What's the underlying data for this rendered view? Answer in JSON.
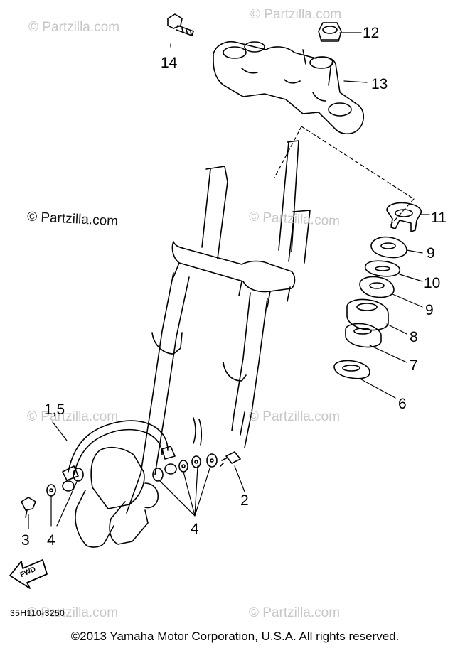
{
  "watermarks": {
    "dark": "© Partzilla.com",
    "light": "© Partzilla.com"
  },
  "callouts": {
    "c1_5": "1,5",
    "c2": "2",
    "c3": "3",
    "c4_left": "4",
    "c4_right": "4",
    "c6": "6",
    "c7": "7",
    "c8": "8",
    "c9_upper": "9",
    "c9_lower": "9",
    "c10": "10",
    "c11": "11",
    "c12": "12",
    "c13": "13",
    "c14": "14"
  },
  "fwd_label": "FWD",
  "diagram_code": "35H110-3250",
  "copyright": "©2013  Yamaha Motor Corporation, U.S.A. All rights reserved.",
  "colors": {
    "line": "#000000",
    "watermark": "#c7c7c7"
  }
}
